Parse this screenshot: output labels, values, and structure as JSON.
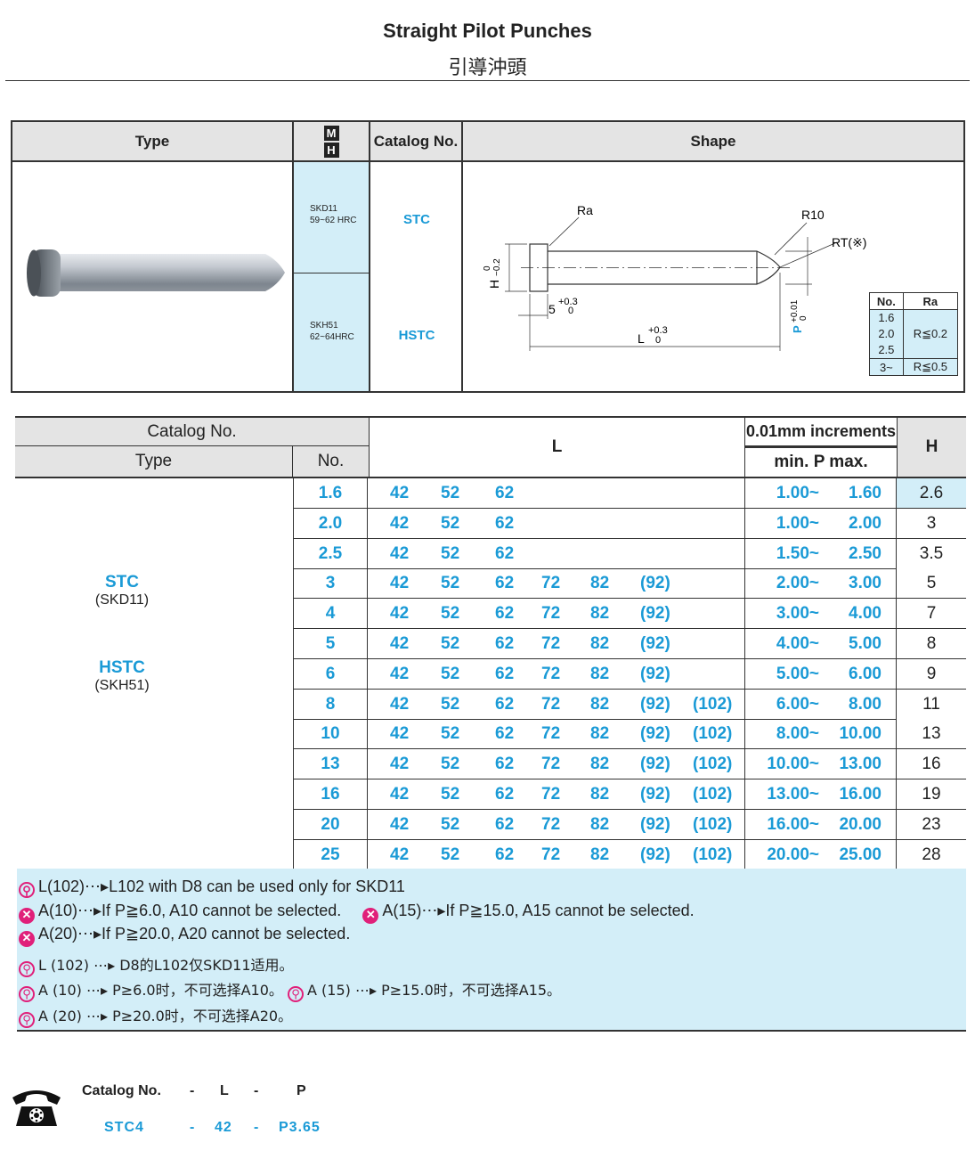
{
  "title": "Straight Pilot Punches",
  "subtitle": "引導沖頭",
  "top_table": {
    "headers": {
      "type": "Type",
      "mh_m": "M",
      "mh_h": "H",
      "catalog": "Catalog No.",
      "shape": "Shape"
    },
    "rows": [
      {
        "material": "SKD11",
        "hardness": "59~62 HRC",
        "catalog": "STC"
      },
      {
        "material": "SKH51",
        "hardness": "62~64HRC",
        "catalog": "HSTC"
      }
    ],
    "drawing_labels": {
      "ra": "Ra",
      "r10": "R10",
      "rt": "RT(※)",
      "h_dim": "H",
      "h_tol_top": "0",
      "h_tol_bot": "−0.2",
      "five": "5",
      "five_tol_top": "+0.3",
      "five_tol_bot": "0",
      "l": "L",
      "l_tol_top": "+0.3",
      "l_tol_bot": "0",
      "p": "P",
      "p_tol_top": "+0.01",
      "p_tol_bot": "0"
    },
    "ra_table": {
      "headers": [
        "No.",
        "Ra"
      ],
      "nos": [
        "1.6",
        "2.0",
        "2.5",
        "3~"
      ],
      "ra_a": "R≦0.2",
      "ra_b": "R≦0.5"
    }
  },
  "main_table": {
    "headers": {
      "catalog": "Catalog  No.",
      "type": "Type",
      "no": "No.",
      "l": "L",
      "inc": "0.01mm increments",
      "p": "min. P max.",
      "h": "H"
    },
    "types": [
      {
        "code": "STC",
        "material": "(SKD11)"
      },
      {
        "code": "HSTC",
        "material": "(SKH51)"
      }
    ],
    "rows": [
      {
        "no": "1.6",
        "l": [
          "42",
          "52",
          "62",
          "",
          "",
          "",
          ""
        ],
        "p_min": "1.00~",
        "p_max": "1.60",
        "h": "2.6"
      },
      {
        "no": "2.0",
        "l": [
          "42",
          "52",
          "62",
          "",
          "",
          "",
          ""
        ],
        "p_min": "1.00~",
        "p_max": "2.00",
        "h": "3"
      },
      {
        "no": "2.5",
        "l": [
          "42",
          "52",
          "62",
          "",
          "",
          "",
          ""
        ],
        "p_min": "1.50~",
        "p_max": "2.50",
        "h": "3.5"
      },
      {
        "no": "3",
        "l": [
          "42",
          "52",
          "62",
          "72",
          "82",
          "(92)",
          ""
        ],
        "p_min": "2.00~",
        "p_max": "3.00",
        "h": "5"
      },
      {
        "no": "4",
        "l": [
          "42",
          "52",
          "62",
          "72",
          "82",
          "(92)",
          ""
        ],
        "p_min": "3.00~",
        "p_max": "4.00",
        "h": "7"
      },
      {
        "no": "5",
        "l": [
          "42",
          "52",
          "62",
          "72",
          "82",
          "(92)",
          ""
        ],
        "p_min": "4.00~",
        "p_max": "5.00",
        "h": "8"
      },
      {
        "no": "6",
        "l": [
          "42",
          "52",
          "62",
          "72",
          "82",
          "(92)",
          ""
        ],
        "p_min": "5.00~",
        "p_max": "6.00",
        "h": "9"
      },
      {
        "no": "8",
        "l": [
          "42",
          "52",
          "62",
          "72",
          "82",
          "(92)",
          "(102)"
        ],
        "p_min": "6.00~",
        "p_max": "8.00",
        "h": "11"
      },
      {
        "no": "10",
        "l": [
          "42",
          "52",
          "62",
          "72",
          "82",
          "(92)",
          "(102)"
        ],
        "p_min": "8.00~",
        "p_max": "10.00",
        "h": "13"
      },
      {
        "no": "13",
        "l": [
          "42",
          "52",
          "62",
          "72",
          "82",
          "(92)",
          "(102)"
        ],
        "p_min": "10.00~",
        "p_max": "13.00",
        "h": "16"
      },
      {
        "no": "16",
        "l": [
          "42",
          "52",
          "62",
          "72",
          "82",
          "(92)",
          "(102)"
        ],
        "p_min": "13.00~",
        "p_max": "16.00",
        "h": "19"
      },
      {
        "no": "20",
        "l": [
          "42",
          "52",
          "62",
          "72",
          "82",
          "(92)",
          "(102)"
        ],
        "p_min": "16.00~",
        "p_max": "20.00",
        "h": "23"
      },
      {
        "no": "25",
        "l": [
          "42",
          "52",
          "62",
          "72",
          "82",
          "(92)",
          "(102)"
        ],
        "p_min": "20.00~",
        "p_max": "25.00",
        "h": "28"
      }
    ]
  },
  "notes": [
    "L(102)⋯▸L102 with D8 can be used only for SKD11",
    "A(10)⋯▸If P≧6.0, A10 cannot be selected.",
    "A(15)⋯▸If P≧15.0, A15 cannot be selected.",
    "A(20)⋯▸If P≧20.0, A20 cannot be selected.",
    "L (102) ⋯▸  D8的L102仅SKD11适用。",
    "A (10) ⋯▸  P≥6.0时，不可选择A10。",
    "A (15) ⋯▸  P≥15.0时，不可选择A15。",
    "A (20) ⋯▸  P≥20.0时，不可选择A20。"
  ],
  "order": {
    "labels": [
      "Catalog No.",
      "-",
      "L",
      "-",
      "P"
    ],
    "values": [
      "STC4",
      "-",
      "42",
      "-",
      "P3.65"
    ]
  },
  "colors": {
    "accent": "#1a9ad6",
    "highlight": "#d3eef8",
    "header": "#e4e4e4",
    "icon": "#e0207a"
  }
}
